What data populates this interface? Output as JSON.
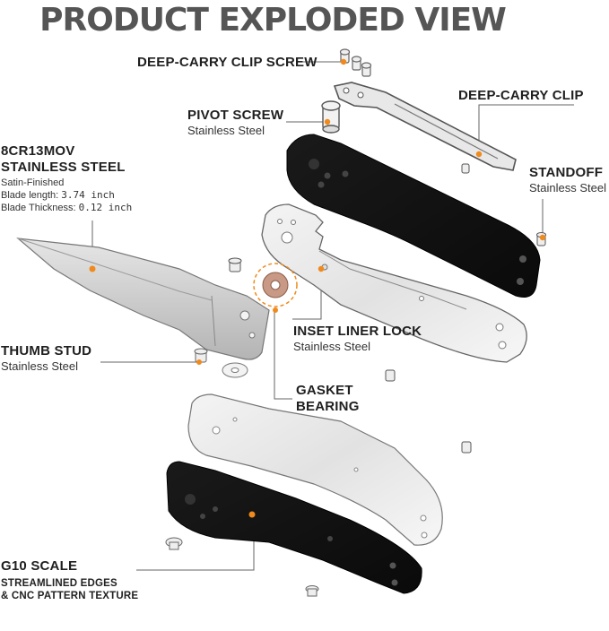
{
  "title": "PRODUCT EXPLODED VIEW",
  "accent_color": "#f08a1c",
  "labels": {
    "clip_screw": {
      "name": "DEEP-CARRY CLIP SCREW"
    },
    "clip": {
      "name": "DEEP-CARRY CLIP"
    },
    "pivot_screw": {
      "name": "PIVOT SCREW",
      "material": "Stainless Steel"
    },
    "blade": {
      "name_line1": "8CR13MOV",
      "name_line2": "STAINLESS STEEL",
      "finish": "Satin-Finished",
      "length_label": "Blade length:",
      "length_value": "3.74 inch",
      "thickness_label": "Blade Thickness:",
      "thickness_value": "0.12 inch"
    },
    "standoff": {
      "name": "STANDOFF",
      "material": "Stainless Steel"
    },
    "liner": {
      "name": "INSET LINER LOCK",
      "material": "Stainless Steel"
    },
    "thumb_stud": {
      "name": "THUMB STUD",
      "material": "Stainless Steel"
    },
    "gasket": {
      "name_line1": "GASKET",
      "name_line2": "BEARING"
    },
    "scale": {
      "name": "G10 SCALE",
      "line1": "STREAMLINED EDGES",
      "line2": "& CNC PATTERN TEXTURE"
    }
  },
  "parts_icons": [
    "clip-screw-icon",
    "clip-icon",
    "pivot-screw-icon",
    "g10-handle-icon",
    "standoff-icon",
    "liner-icon",
    "blade-icon",
    "washer-icon",
    "thumb-stud-icon",
    "screw-icon"
  ]
}
